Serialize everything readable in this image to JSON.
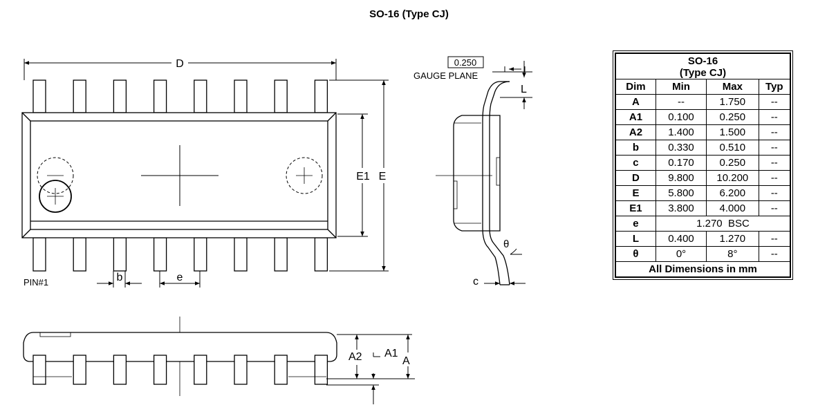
{
  "title": "SO-16 (Type CJ)",
  "labels": {
    "D": "D",
    "E1": "E1",
    "E": "E",
    "pin1": "PIN#1",
    "b": "b",
    "e": "e",
    "gauge_value": "0.250",
    "gauge_plane": "GAUGE PLANE",
    "L": "L",
    "theta": "θ",
    "c": "c",
    "A2": "A2",
    "A1": "A1",
    "A": "A"
  },
  "table": {
    "title_line1": "SO-16",
    "title_line2": "(Type CJ)",
    "headers": [
      "Dim",
      "Min",
      "Max",
      "Typ"
    ],
    "rows": [
      {
        "dim": "A",
        "min": "--",
        "max": "1.750",
        "typ": "--"
      },
      {
        "dim": "A1",
        "min": "0.100",
        "max": "0.250",
        "typ": "--"
      },
      {
        "dim": "A2",
        "min": "1.400",
        "max": "1.500",
        "typ": "--"
      },
      {
        "dim": "b",
        "min": "0.330",
        "max": "0.510",
        "typ": "--"
      },
      {
        "dim": "c",
        "min": "0.170",
        "max": "0.250",
        "typ": "--"
      },
      {
        "dim": "D",
        "min": "9.800",
        "max": "10.200",
        "typ": "--"
      },
      {
        "dim": "E",
        "min": "5.800",
        "max": "6.200",
        "typ": "--"
      },
      {
        "dim": "E1",
        "min": "3.800",
        "max": "4.000",
        "typ": "--"
      }
    ],
    "e_row": {
      "dim": "e",
      "value": "1.270  BSC"
    },
    "tail_rows": [
      {
        "dim": "L",
        "min": "0.400",
        "max": "1.270",
        "typ": "--"
      },
      {
        "dim": "θ",
        "min": "0°",
        "max": "8°",
        "typ": "--"
      }
    ],
    "footer": "All Dimensions in mm"
  }
}
